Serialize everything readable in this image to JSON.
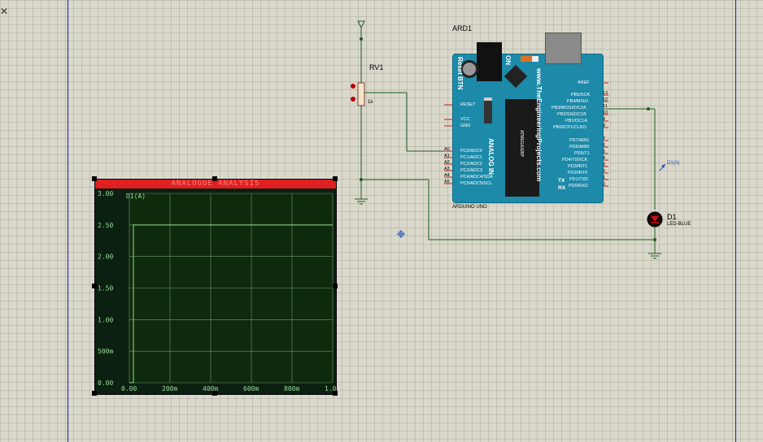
{
  "schematic": {
    "arduino": {
      "ref": "ARD1",
      "model": "ARDUINO UNO",
      "brand": "www.TheEngineeringProjects.com",
      "reset_label": "Reset BTN",
      "on_label": "ON",
      "analog_label": "ANALOG IN",
      "left_power_pins": [
        "RESET",
        "",
        "VCC",
        "GND"
      ],
      "analog_pins": [
        {
          "num": "A0",
          "label": "PC0/ADC0"
        },
        {
          "num": "A1",
          "label": "PC1/ADC1"
        },
        {
          "num": "A2",
          "label": "PC2/ADC2"
        },
        {
          "num": "A3",
          "label": "PC3/ADC3"
        },
        {
          "num": "A4",
          "label": "PC4/ADC4/SDA"
        },
        {
          "num": "A5",
          "label": "PC5/ADC5/SCL"
        }
      ],
      "digital_pins_top": [
        {
          "num": "",
          "label": "AREF"
        },
        {
          "num": "13",
          "label": "PB5/SCK"
        },
        {
          "num": "12",
          "label": "PB4/MISO"
        },
        {
          "num": "11",
          "label": "PB3/MOSI/OC2A"
        },
        {
          "num": "10",
          "label": "PB2/SS/OC1B"
        },
        {
          "num": "9",
          "label": "PB1/OC1A"
        },
        {
          "num": "8",
          "label": "PB0/ICP1/CLKO"
        }
      ],
      "digital_pins_bottom": [
        {
          "num": "7",
          "label": "PD7/AIN1"
        },
        {
          "num": "6",
          "label": "PD6/AIN0"
        },
        {
          "num": "5",
          "label": "PD5/T1"
        },
        {
          "num": "4",
          "label": "PD4/T0/XCK"
        },
        {
          "num": "3",
          "label": "PD3/INT1"
        },
        {
          "num": "2",
          "label": "PD2/INT0"
        },
        {
          "num": "1",
          "label": "PD1/TXD"
        },
        {
          "num": "0",
          "label": "PD0/RXD"
        }
      ],
      "tx_label": "TX",
      "rx_label": "RX",
      "chip_label": "ATMEGA328P"
    },
    "potentiometer": {
      "ref": "RV1",
      "value": "1k"
    },
    "led": {
      "ref": "D1",
      "type": "LED-BLUE"
    },
    "probe": {
      "label": "D1(A)"
    }
  },
  "graph": {
    "title": "ANALOGUE ANALYSIS",
    "trace_label": "D1(A)",
    "y_ticks": [
      "3.00",
      "2.50",
      "2.00",
      "1.50",
      "1.00",
      "500m",
      "0.00"
    ],
    "x_ticks": [
      "0.00",
      "200m",
      "400m",
      "600m",
      "800m",
      "1.00"
    ]
  },
  "colors": {
    "background": "#d9d8cb",
    "wire": "#1e5c1e",
    "board": "#1c8aa8",
    "graph_title": "#e02020",
    "graph_bg": "#0b2010",
    "trace": "#9adc9a"
  },
  "chart_data": {
    "type": "line",
    "title": "ANALOGUE ANALYSIS",
    "xlabel": "",
    "ylabel": "",
    "xlim": [
      0,
      1
    ],
    "ylim": [
      0,
      3
    ],
    "grid": true,
    "series": [
      {
        "name": "D1(A)",
        "x": [
          0,
          0.02,
          0.02,
          1.0
        ],
        "y": [
          0,
          0,
          2.5,
          2.5
        ]
      }
    ]
  }
}
